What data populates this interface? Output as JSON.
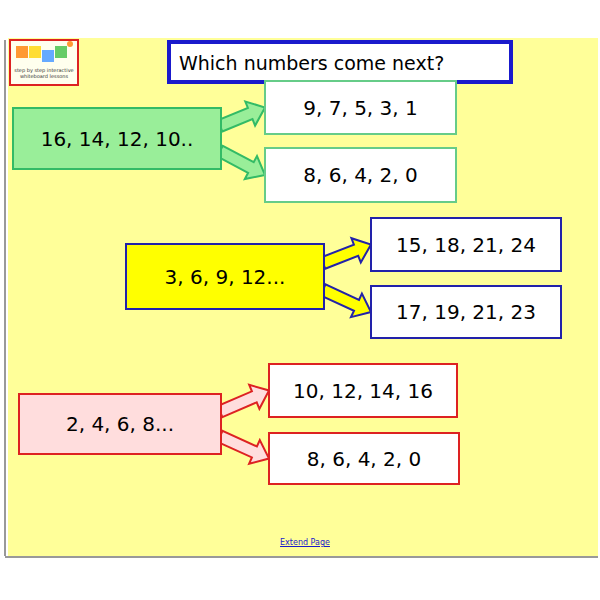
{
  "diagram": {
    "title": "Which numbers come next?",
    "nodes": [
      {
        "text": [
          "16, 14, 12, 10.."
        ]
      },
      {
        "text": [
          "9, 7, 5, 3, 1"
        ]
      },
      {
        "text": [
          "8, 6, 4, 2, 0"
        ]
      },
      {
        "text": [
          "3, 6, 9, 12..."
        ]
      },
      {
        "text": [
          "15, 18, 21, 24"
        ]
      },
      {
        "text": [
          "17, 19, 21, 23"
        ]
      },
      {
        "text": [
          "2, 4, 6, 8..."
        ]
      },
      {
        "text": [
          "10, 12, 14, 16"
        ]
      },
      {
        "text": [
          "8, 6, 4, 2, 0"
        ]
      }
    ],
    "edges": [
      {
        "from": 0,
        "to": 1,
        "arrow": "to"
      },
      {
        "from": 0,
        "to": 2,
        "arrow": "to"
      },
      {
        "from": 3,
        "to": 4,
        "arrow": "to"
      },
      {
        "from": 3,
        "to": 5,
        "arrow": "to"
      },
      {
        "from": 6,
        "to": 7,
        "arrow": "to"
      },
      {
        "from": 6,
        "to": 8,
        "arrow": "to"
      }
    ],
    "labels": [
      "step by step interactive whiteboard lessons",
      "Extend Page"
    ]
  }
}
